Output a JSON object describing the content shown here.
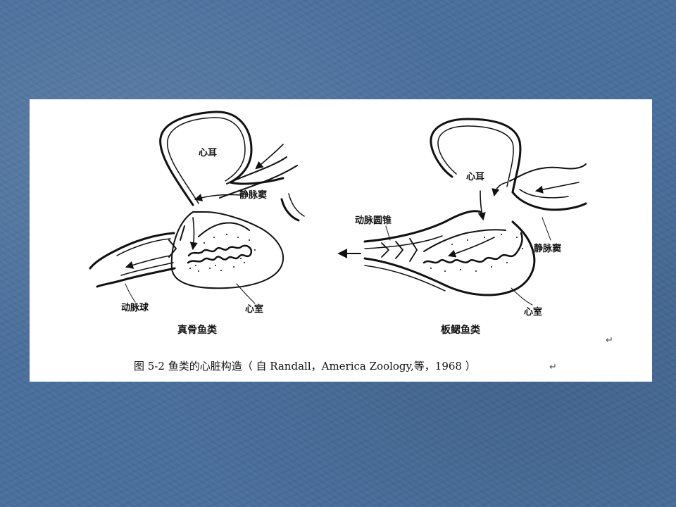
{
  "figure": {
    "left_diagram": {
      "labels": {
        "atrium": "心耳",
        "sinus_venosus": "静脉窦",
        "bulbus_arteriosus": "动脉球",
        "ventricle": "心室"
      },
      "title": "真骨鱼类"
    },
    "right_diagram": {
      "labels": {
        "atrium": "心耳",
        "conus_arteriosus": "动脉圆锥",
        "sinus_venosus": "静脉窦",
        "ventricle": "心室"
      },
      "title": "板鳃鱼类"
    },
    "caption": "图 5-2  鱼类的心脏构造（ 自 Randall，America Zoology,等，1968 ）",
    "paragraph_mark": "↵"
  }
}
